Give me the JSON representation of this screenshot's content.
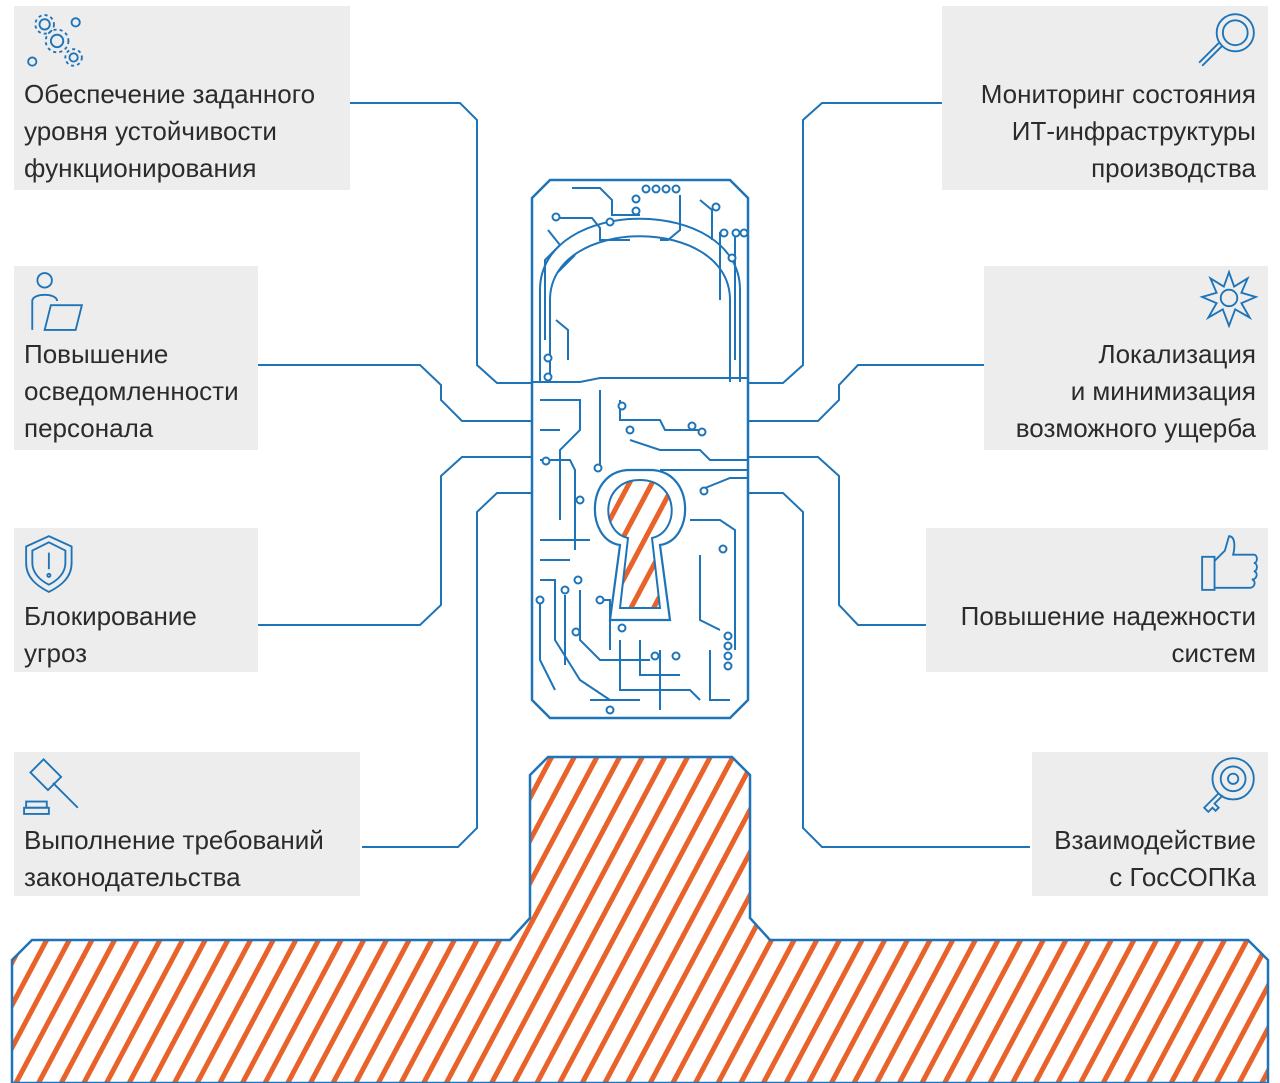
{
  "title": "Security lock diagram with feature callouts",
  "colors": {
    "line": "#1e74b8",
    "hatch": "#e8622a",
    "card": "#ededed",
    "text": "#2b2b2b"
  },
  "features": {
    "left": [
      {
        "icon": "gears-icon",
        "label": "Обеспечение заданного\nуровня устойчивости\nфункционирования"
      },
      {
        "icon": "user-laptop-icon",
        "label": "Повышение\nосведомленности\nперсонала"
      },
      {
        "icon": "shield-alert-icon",
        "label": "Блокирование\nугроз"
      },
      {
        "icon": "gavel-icon",
        "label": "Выполнение требований\nзаконодательства"
      }
    ],
    "right": [
      {
        "icon": "magnifier-icon",
        "label": "Мониторинг состояния\nИТ-инфраструктуры\nпроизводства"
      },
      {
        "icon": "burst-icon",
        "label": "Локализация\nи минимизация\nвозможного ущерба"
      },
      {
        "icon": "thumbs-up-icon",
        "label": "Повышение надежности\nсистем"
      },
      {
        "icon": "target-key-icon",
        "label": "Взаимодействие\nс ГосСОПКа"
      }
    ]
  }
}
